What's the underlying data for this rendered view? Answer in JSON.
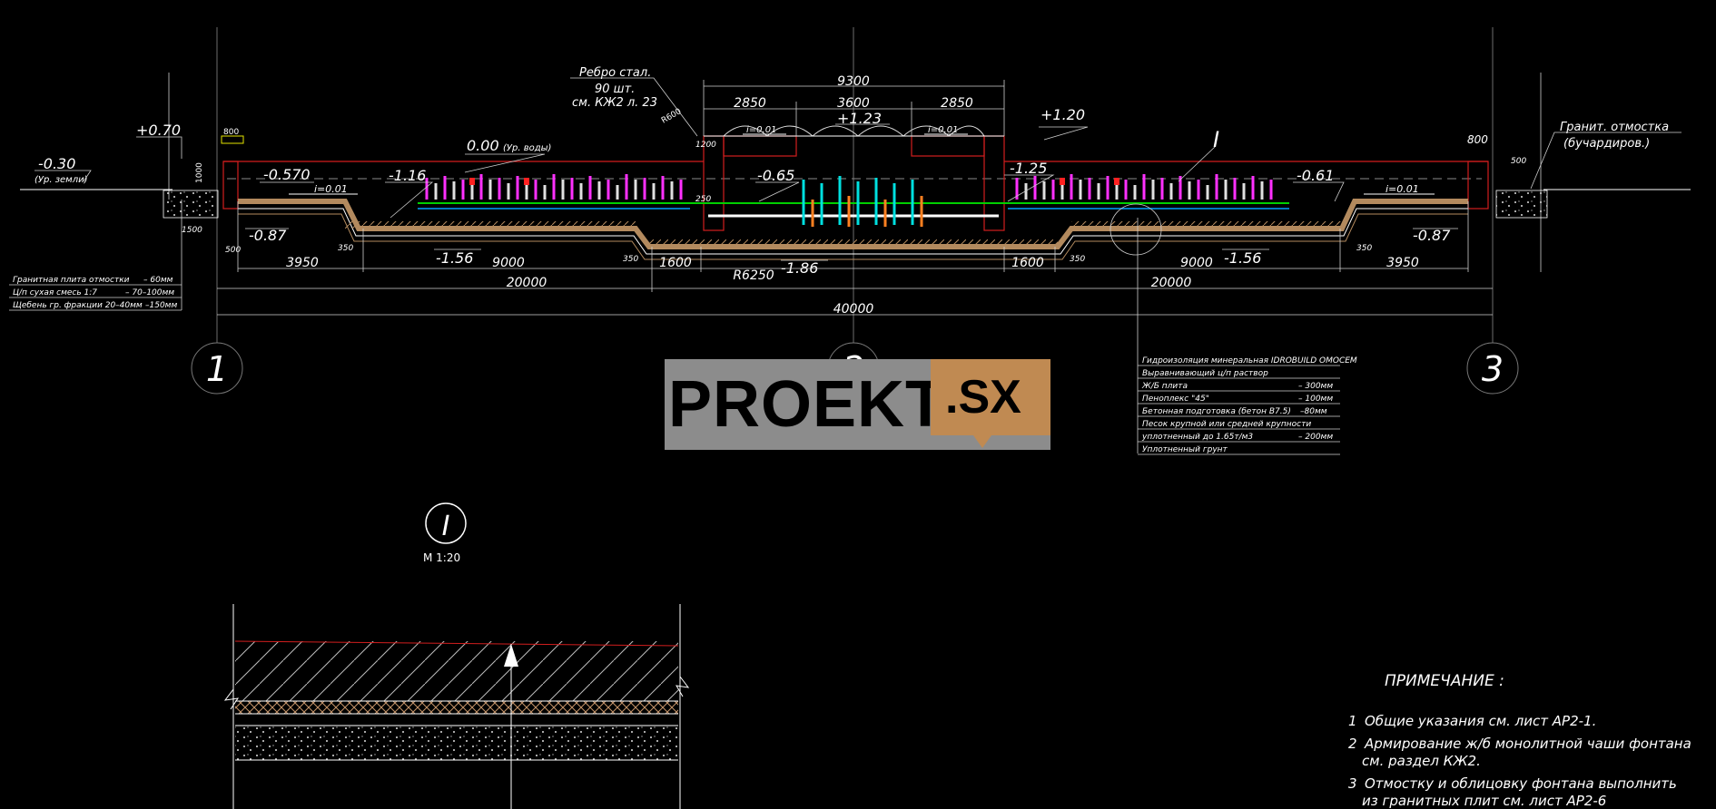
{
  "watermark": {
    "left": "PROEKT",
    "right": ".SX"
  },
  "section": {
    "dims_top": {
      "total": "9300",
      "left": "2850",
      "mid": "3600",
      "right": "2850"
    },
    "rib_note": [
      "Ребро стал.",
      "90 шт.",
      "см. КЖ2 л. 23"
    ],
    "granite_note": [
      "Гранит. отмостка",
      "(бучардиров.)"
    ],
    "marker_I": "I",
    "levels": {
      "ground": "-0.30",
      "ground_note": "(Ур. земли)",
      "p070": "+0.70",
      "water": "0.00",
      "water_note": "(Ур. воды)",
      "p123": "+1.23",
      "p120": "+1.20",
      "m0570": "-0.570",
      "m116": "-1.16",
      "m065": "-0.65",
      "m125": "-1.25",
      "m061": "-0.61",
      "m087l": "-0.87",
      "m087r": "-0.87",
      "m156l": "-1.56",
      "m156r": "-1.56",
      "m186": "-1.86"
    },
    "slopes": {
      "i_left": "i=0.01",
      "i_right": "i=0.01",
      "i_top_l": "i=0.01",
      "i_top_r": "i=0.01"
    },
    "small_dims": {
      "d800l": "800",
      "d800r": "800",
      "d1000": "1000",
      "d1500": "1500",
      "d500l": "500",
      "d350a": "350",
      "d350b": "350",
      "d350c": "350",
      "d350d": "350",
      "d1200": "1200",
      "r600": "R600",
      "d250": "250",
      "d500r": "500"
    },
    "dims_bottom": {
      "d3950l": "3950",
      "d9000l": "9000",
      "d1600l": "1600",
      "r6250": "R6250",
      "d1600r": "1600",
      "d9000r": "9000",
      "d3950r": "3950",
      "d20000l": "20000",
      "d20000r": "20000",
      "d40000": "40000"
    },
    "axes": [
      "1",
      "2",
      "3"
    ]
  },
  "legend_left": [
    {
      "name": "Гранитная плита отмостки",
      "value": "– 60мм"
    },
    {
      "name": "Ц/п сухая смесь 1:7",
      "value": "– 70–100мм"
    },
    {
      "name": "Щебень гр. фракции 20–40мм",
      "value": "–150мм"
    }
  ],
  "legend_right": [
    {
      "name": "Гидроизоляция минеральная IDROBUILD OMOCEM",
      "value": ""
    },
    {
      "name": "Выравнивающий ц/п раствор",
      "value": ""
    },
    {
      "name": "Ж/Б плита",
      "value": "– 300мм"
    },
    {
      "name": "Пеноплекс \"45\"",
      "value": "– 100мм"
    },
    {
      "name": "Бетонная подготовка (бетон В7.5)",
      "value": "–80мм"
    },
    {
      "name": "Песок крупной или средней крупности",
      "value": ""
    },
    {
      "name": "уплотненный до 1.65т/м3",
      "value": "– 200мм"
    },
    {
      "name": "Уплотненный грунт",
      "value": ""
    }
  ],
  "detail": {
    "label": "I",
    "scale": "М 1:20"
  },
  "notes": {
    "title": "ПРИМЕЧАНИЕ :",
    "items": [
      {
        "num": "1",
        "lines": [
          "Общие указания см. лист АР2-1."
        ]
      },
      {
        "num": "2",
        "lines": [
          "Армирование ж/б монолитной чаши фонтана",
          "см. раздел КЖ2."
        ]
      },
      {
        "num": "3",
        "lines": [
          "Отмостку и облицовку фонтана выполнить",
          "из гранитных плит см. лист АР2-6"
        ]
      }
    ]
  },
  "colors": {
    "background": "#000000",
    "line": "#ffffff",
    "wall": "#d21e1e",
    "soil": "#b38a5e",
    "watermark_bg": "#8c8c8c",
    "watermark_accent": "#c08a52"
  }
}
